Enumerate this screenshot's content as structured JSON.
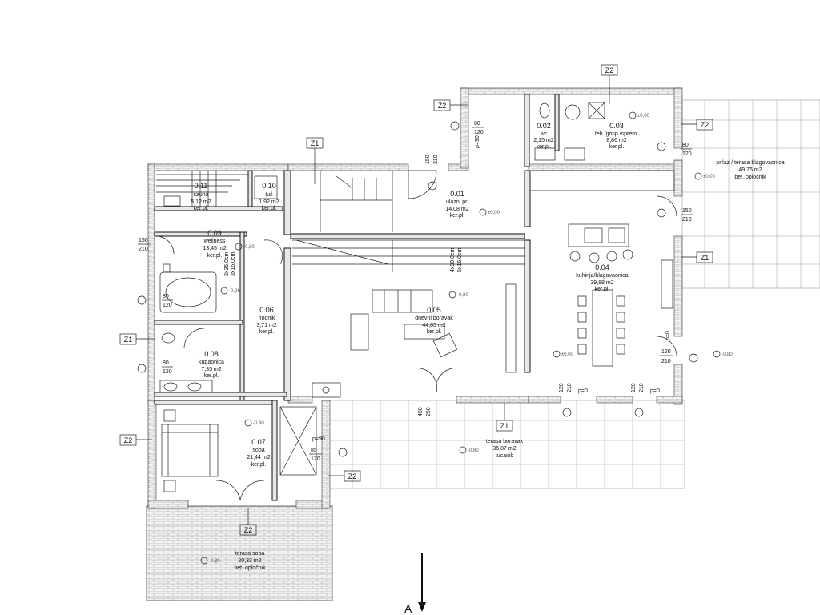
{
  "rooms": [
    {
      "id": "r011",
      "number": "0.11",
      "name": "sauna",
      "area": "5,12 m2",
      "finish": "ker.pl."
    },
    {
      "id": "r010",
      "number": "0.10",
      "name": "tuš",
      "area": "1,92 m2",
      "finish": "ker.pl."
    },
    {
      "id": "r009",
      "number": "0.09",
      "name": "wellness",
      "area": "13,45 m2",
      "finish": "ker.pl."
    },
    {
      "id": "r006",
      "number": "0.06",
      "name": "hodnik",
      "area": "3,71 m2",
      "finish": "ker.pl."
    },
    {
      "id": "r008",
      "number": "0.08",
      "name": "kupaonica",
      "area": "7,35 m2",
      "finish": "ker.pl."
    },
    {
      "id": "r007",
      "number": "0.07",
      "name": "soba",
      "area": "21,44 m2",
      "finish": "ker.pl."
    },
    {
      "id": "r001",
      "number": "0.01",
      "name": "ulazni pr.",
      "area": "14,08 m2",
      "finish": "ker.pl."
    },
    {
      "id": "r005",
      "number": "0.05",
      "name": "dnevni boravak",
      "area": "44,85 m2",
      "finish": "ker.pl."
    },
    {
      "id": "r002",
      "number": "0.02",
      "name": "wc",
      "area": "2,15 m2",
      "finish": "ker.pl."
    },
    {
      "id": "r003",
      "number": "0.03",
      "name": "teh./gosp./sprem.",
      "area": "8,86 m2",
      "finish": "ker.pl."
    },
    {
      "id": "r004",
      "number": "0.04",
      "name": "kuhinja/blagovaonica",
      "area": "39,88 m2",
      "finish": "ker.pl."
    }
  ],
  "terraces": [
    {
      "id": "t1",
      "name": "prilaz / terasa blagovaonica",
      "area": "49,76 m2",
      "finish": "bet. opločnik"
    },
    {
      "id": "t2",
      "name": "terasa boravak",
      "area": "36,87 m2",
      "finish": "tucanik"
    },
    {
      "id": "t3",
      "name": "terasa soba",
      "area": "20,33 m2",
      "finish": "bet. opločnik"
    }
  ],
  "zones": {
    "z1": "Z1",
    "z2": "Z2"
  },
  "stair_text": {
    "a": "4x30,0cm",
    "b": "5x16,0cm",
    "c": "2x35,0cm",
    "d": "3x16,0cm"
  },
  "dims": {
    "d150": "150",
    "d210": "210",
    "d80": "80",
    "d120": "120",
    "d450": "450",
    "d290": "290",
    "d85": "85",
    "p90": "p=90",
    "p0": "p=0"
  },
  "levels": {
    "l000": "±0,00",
    "lm080": "-0,80",
    "lm026": "-0,26"
  },
  "section_mark": "A"
}
